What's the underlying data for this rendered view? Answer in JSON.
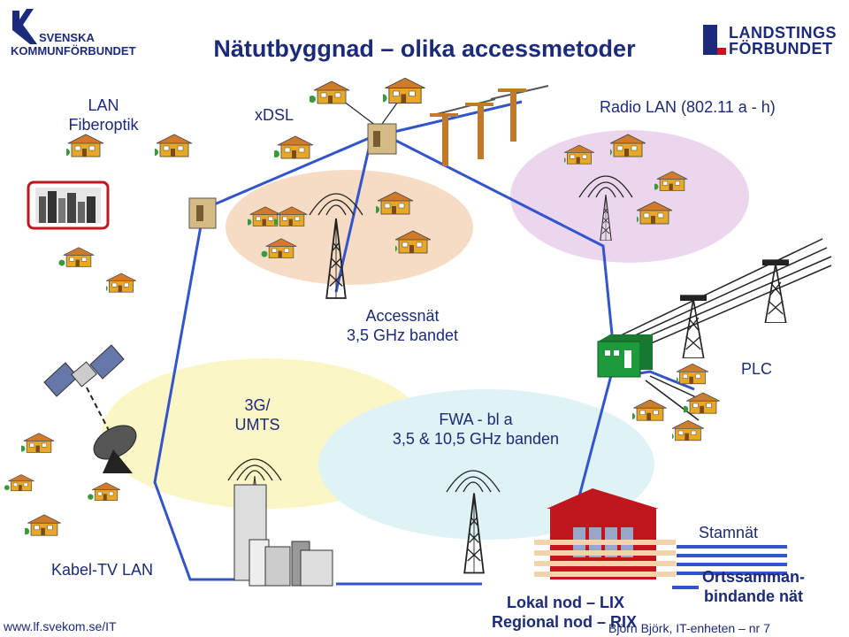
{
  "header": {
    "title": "Nätutbyggnad – olika accessmetoder",
    "logo_left_line1": "SVENSKA",
    "logo_left_line2": "KOMMUNFÖRBUNDET",
    "logo_right_line1": "LANDSTINGS",
    "logo_right_line2": "FÖRBUNDET"
  },
  "labels": {
    "lan_line1": "LAN",
    "lan_line2": "Fiberoptik",
    "xdsl": "xDSL",
    "radio_lan": "Radio LAN (802.11 a - h)",
    "accessnat_line1": "Accessnät",
    "accessnat_line2": "3,5 GHz bandet",
    "plc": "PLC",
    "umts_line1": "3G/",
    "umts_line2": "UMTS",
    "fwa_line1": "FWA - bl a",
    "fwa_line2": "3,5 & 10,5 GHz banden",
    "stamnat": "Stamnät",
    "kabel_tv": "Kabel-TV LAN",
    "ortssamman_line1": "Ortssamman-",
    "ortssamman_line2": "bindande nät",
    "lokal_nod": "Lokal nod – LIX",
    "regional_nod": "Regional nod – RIX"
  },
  "footer": {
    "url": "www.lf.svekom.se/IT",
    "author": "Björn Björk, IT-enheten – nr 7"
  },
  "colors": {
    "text": "#1b2a7a",
    "network_line": "#3355cc",
    "peach_zone": "#f6dcc4",
    "lilac_zone": "#ecd6ee",
    "yellow_zone": "#fbf6c6",
    "cyan_zone": "#dff3f6",
    "node_red": "#c0171f",
    "house_orange": "#e8a826",
    "plc_green": "#1c9a3c"
  }
}
